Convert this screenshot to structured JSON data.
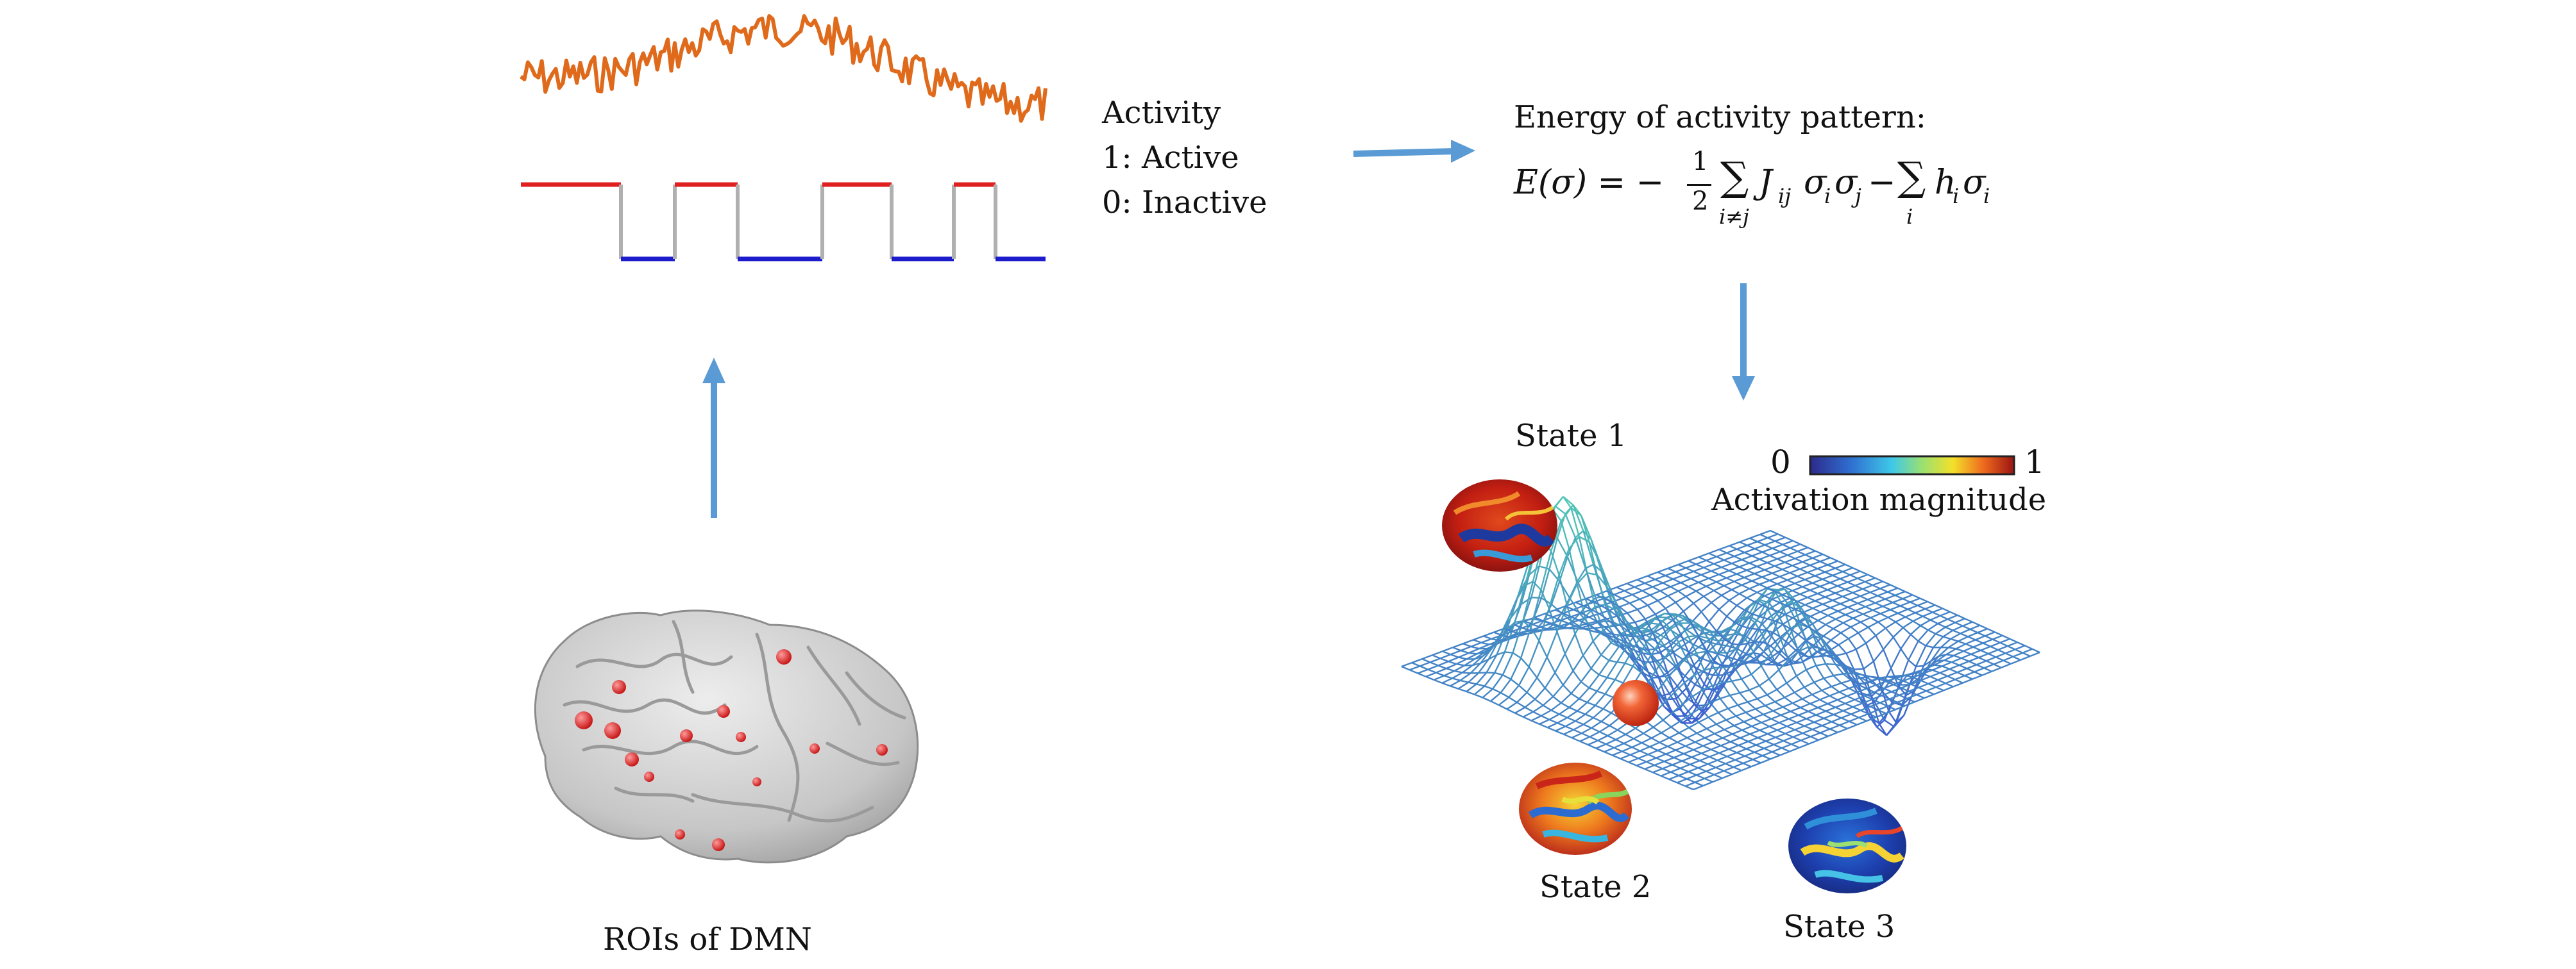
{
  "activity": {
    "title": "Activity",
    "active": "1: Active",
    "inactive": "0: Inactive"
  },
  "energy": {
    "title": "Energy of activity pattern:",
    "lhs": "E(σ) = −",
    "frac_num": "1",
    "frac_den": "2",
    "sum1_sub": "i≠j",
    "term1": "J",
    "term1_sub": "ij",
    "sigma": "σ",
    "sub_i": "i",
    "sub_j": "j",
    "minus": "−",
    "sum2_sub": "i",
    "term2": "h",
    "sum_symbol": "∑"
  },
  "colorbar": {
    "min": "0",
    "max": "1",
    "label": "Activation magnitude"
  },
  "states": {
    "s1": "State 1",
    "s2": "State 2",
    "s3": "State 3"
  },
  "brain_label": "ROIs of DMN",
  "colors": {
    "signal": "#e06a1b",
    "active": "#e02020",
    "inactive": "#1c1ccc",
    "transition": "#b0b0b0",
    "arrow": "#5a9bd5",
    "mesh": "#3a8fd6",
    "ball": "#e8401a"
  }
}
